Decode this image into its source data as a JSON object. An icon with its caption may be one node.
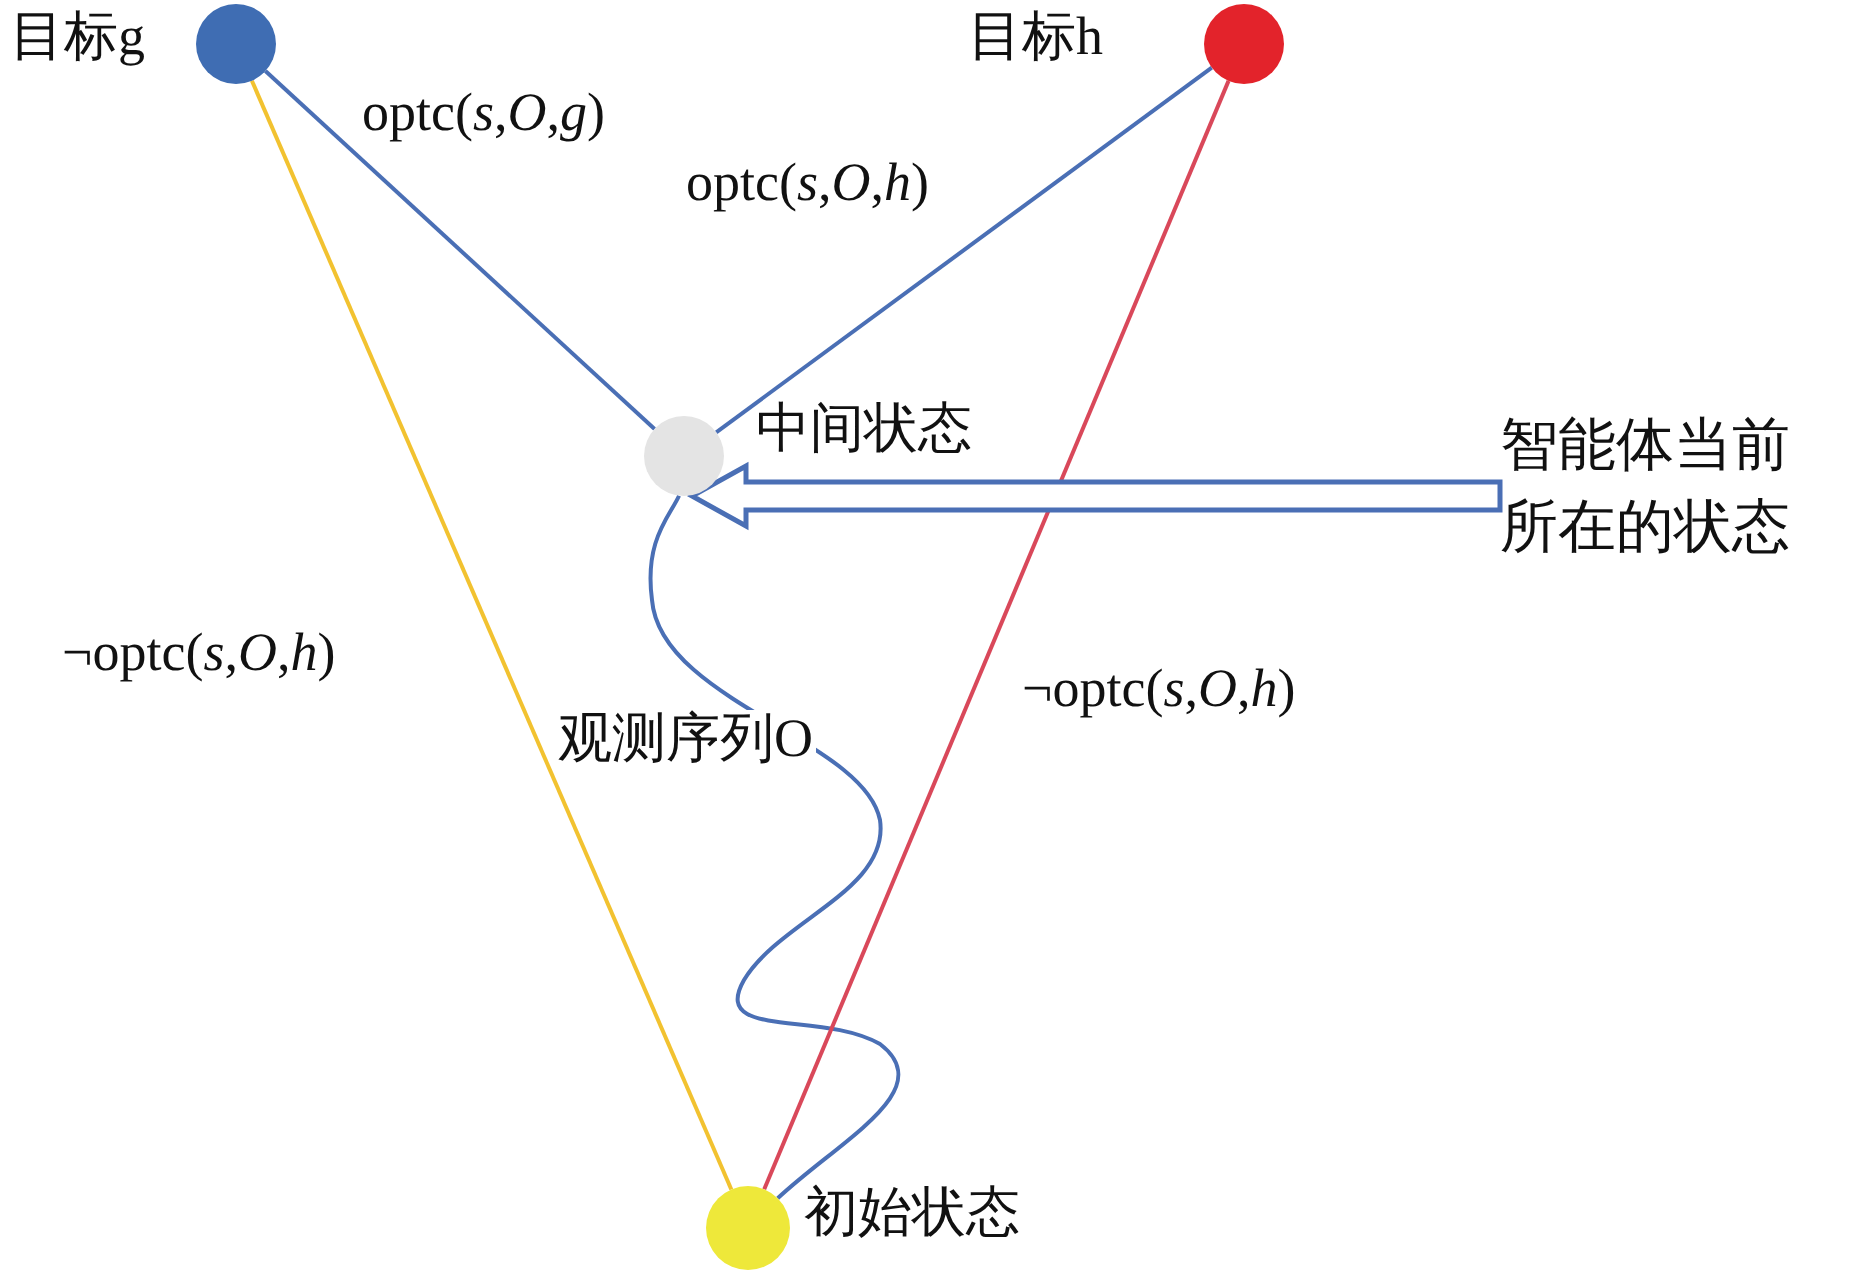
{
  "diagram": {
    "nodes": [
      {
        "text": [
          "目标g"
        ]
      },
      {
        "text": [
          "目标h"
        ]
      },
      {
        "text": [
          "中间状态"
        ]
      },
      {
        "text": [
          "初始状态"
        ]
      },
      {
        "text": [
          "智能体当前所在的状态"
        ]
      }
    ],
    "edges": [
      {
        "from": 0,
        "to": 2,
        "arrow": "none",
        "label": "optc(*s*,*O*,*g*)"
      },
      {
        "from": 1,
        "to": 2,
        "arrow": "none",
        "label": "optc(*s*,*O*,*h*)"
      },
      {
        "from": 3,
        "to": 2,
        "arrow": "none",
        "label": "观测序列O"
      },
      {
        "from": 3,
        "to": 0,
        "arrow": "none",
        "label": "¬optc(*s*,*O*,*h*)",
        "color": "#f2c230"
      },
      {
        "from": 3,
        "to": 1,
        "arrow": "none",
        "label": "¬optc(*s*,*O*,*h*)",
        "color": "#d9485a"
      },
      {
        "from": 4,
        "to": 2,
        "arrow": "to"
      }
    ]
  }
}
